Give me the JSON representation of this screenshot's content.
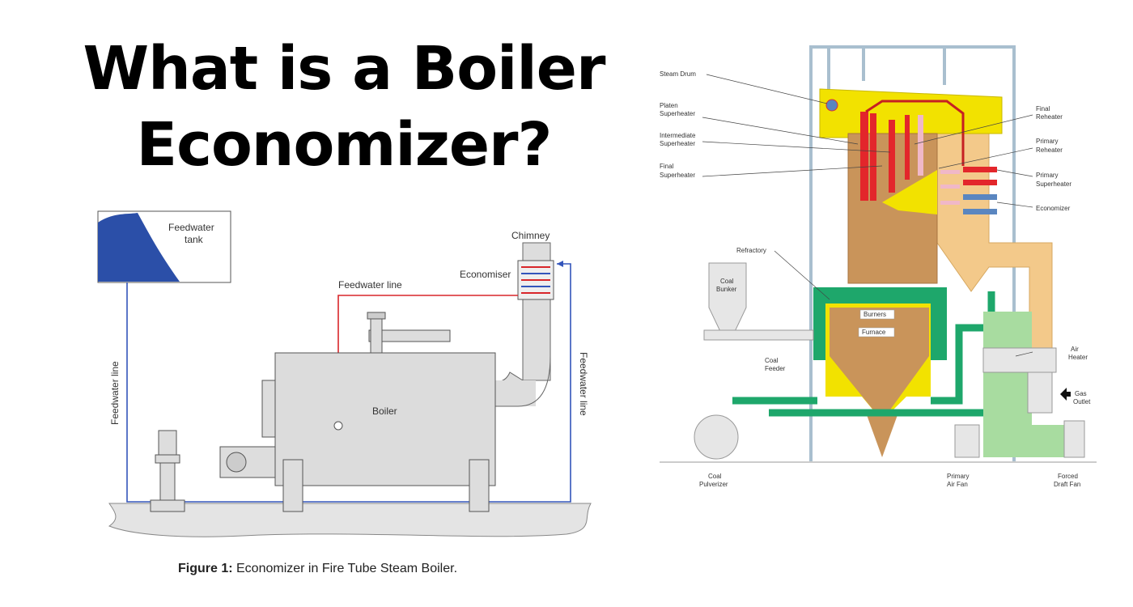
{
  "title": {
    "line1": "What is a Boiler",
    "line2": "Economizer?"
  },
  "figure1": {
    "caption_prefix": "Figure 1:",
    "caption_text": " Economizer in Fire Tube Steam Boiler.",
    "labels": {
      "feedwater_tank_1": "Feedwater",
      "feedwater_tank_2": "tank",
      "chimney": "Chimney",
      "economiser": "Economiser",
      "feedwater_line_top": "Feedwater line",
      "feedwater_line_left": "Feedwater line",
      "feedwater_line_right": "Feedwater line",
      "boiler": "Boiler"
    },
    "colors": {
      "water": "#2b4fa8",
      "feed_red": "#d8262a",
      "feed_blue": "#3355bb"
    }
  },
  "figure2": {
    "labels": {
      "steam_drum": "Steam Drum",
      "platen_sh_1": "Platen",
      "platen_sh_2": "Superheater",
      "inter_sh_1": "Intermediate",
      "inter_sh_2": "Superheater",
      "final_sh_1": "Final",
      "final_sh_2": "Superheater",
      "final_rh_1": "Final",
      "final_rh_2": "Reheater",
      "primary_rh_1": "Primary",
      "primary_rh_2": "Reheater",
      "primary_sh_1": "Primary",
      "primary_sh_2": "Superheater",
      "economizer": "Economizer",
      "refractory": "Refractory",
      "coal_bunker_1": "Coal",
      "coal_bunker_2": "Bunker",
      "burners": "Burners",
      "furnace": "Furnace",
      "coal_feeder_1": "Coal",
      "coal_feeder_2": "Feeder",
      "air_heater_1": "Air",
      "air_heater_2": "Heater",
      "gas_outlet_1": "Gas",
      "gas_outlet_2": "Outlet",
      "coal_pulverizer_1": "Coal",
      "coal_pulverizer_2": "Pulverizer",
      "primary_air_fan_1": "Primary",
      "primary_air_fan_2": "Air Fan",
      "forced_draft_fan_1": "Forced",
      "forced_draft_fan_2": "Draft Fan"
    },
    "colors": {
      "yellow": "#f2e200",
      "brown": "#c9945a",
      "tan": "#f3c98a",
      "red": "#e3262b",
      "pink": "#f0b8c8",
      "blue": "#5a86c0",
      "green": "#1ea76b",
      "lightgreen": "#a8dca0"
    }
  }
}
